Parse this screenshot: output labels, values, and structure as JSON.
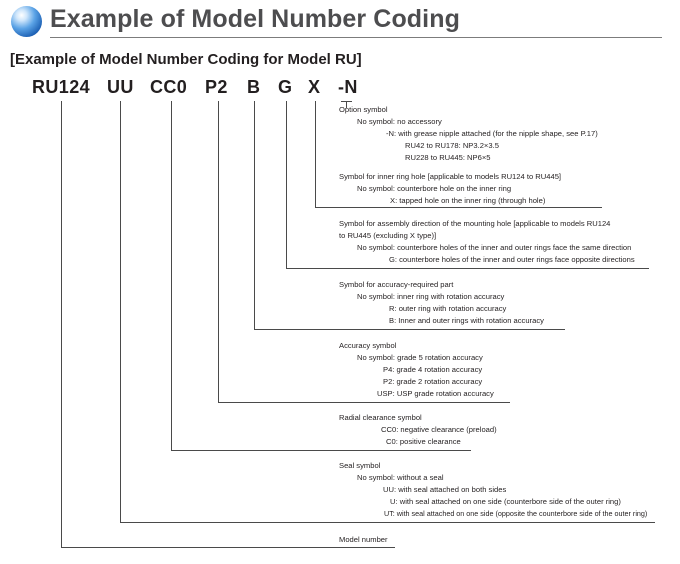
{
  "header": {
    "title": "Example of Model Number Coding",
    "subtitle": "[Example of Model Number Coding for Model RU]"
  },
  "code": {
    "model": "RU124",
    "seal": "UU",
    "clearance": "CC0",
    "accuracy": "P2",
    "part": "B",
    "direction": "G",
    "hole": "X",
    "option": "-N"
  },
  "option": {
    "title": "Option symbol",
    "l1": "No symbol: no accessory",
    "l2": "-N: with grease nipple attached (for the nipple shape, see P.17)",
    "l3": "RU42 to RU178: NP3.2×3.5",
    "l4": "RU228 to RU445: NP6×5"
  },
  "inner_hole": {
    "title": "Symbol for inner ring hole [applicable to models RU124 to RU445]",
    "l1": "No symbol: counterbore hole on the inner ring",
    "l2": "X: tapped hole on the inner ring (through hole)"
  },
  "assembly": {
    "title": "Symbol for assembly direction of the mounting hole [applicable to models RU124",
    "title2": "to RU445 (excluding X type)]",
    "l1": "No symbol: counterbore holes of the inner and outer rings face the same direction",
    "l2": "G: counterbore holes of the inner and outer rings face opposite directions"
  },
  "part": {
    "title": "Symbol for accuracy-required part",
    "l1": "No symbol: inner ring with rotation accuracy",
    "l2": "R: outer ring with rotation accuracy",
    "l3": "B: Inner and outer rings with rotation accuracy"
  },
  "accuracy": {
    "title": "Accuracy symbol",
    "l1": "No symbol: grade 5 rotation accuracy",
    "l2": "P4: grade 4 rotation accuracy",
    "l3": "P2: grade 2 rotation accuracy",
    "l4": "USP: USP grade rotation accuracy"
  },
  "clearance": {
    "title": "Radial clearance symbol",
    "l1": "CC0: negative clearance (preload)",
    "l2": "C0: positive clearance"
  },
  "seal": {
    "title": "Seal symbol",
    "l1": "No symbol: without a seal",
    "l2": "UU: with seal attached on both sides",
    "l3": "U: with seal attached on one side (counterbore side of the outer ring)",
    "l4": "UT: with seal attached on one side (opposite the counterbore side of the outer ring)"
  },
  "model": {
    "title": "Model number"
  }
}
